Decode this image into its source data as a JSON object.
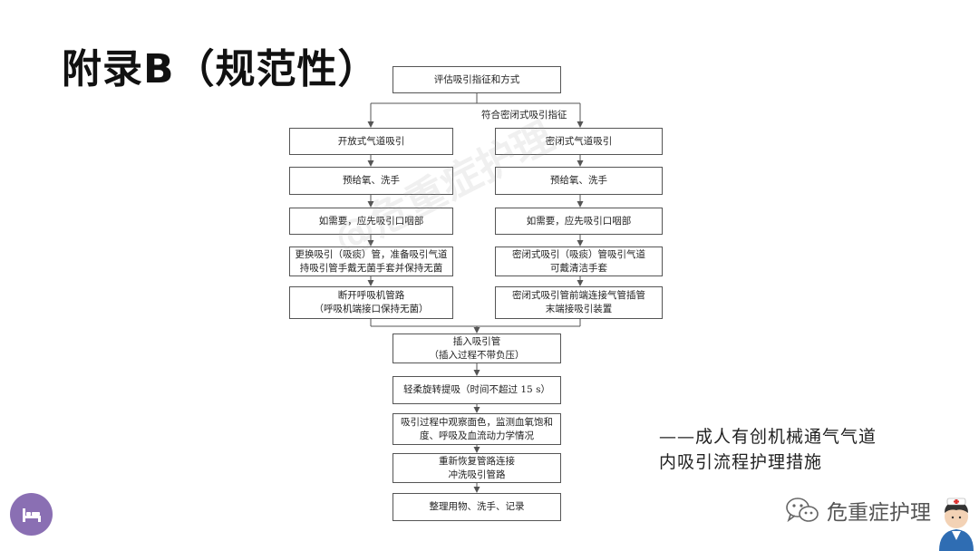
{
  "slide": {
    "title": "附录B（规范性）",
    "source_note": "——成人有创机械通气气道\n内吸引流程护理措施"
  },
  "flowchart": {
    "top": "评估吸引指征和方式",
    "branch_label": "符合密闭式吸引指征",
    "open_path": [
      "开放式气道吸引",
      "预给氧、洗手",
      "如需要，应先吸引口咽部",
      "更换吸引（吸痰）管，准备吸引气道\n持吸引管手戴无菌手套并保持无菌",
      "断开呼吸机管路\n（呼吸机端接口保持无菌）"
    ],
    "closed_path": [
      "密闭式气道吸引",
      "预给氧、洗手",
      "如需要，应先吸引口咽部",
      "密闭式吸引（吸痰）管吸引气道\n可戴清洁手套",
      "密闭式吸引管前端连接气管插管\n末端接吸引装置"
    ],
    "merged_path": [
      "插入吸引管\n（插入过程不带负压）",
      "轻柔旋转提吸（时间不超过 15 s）",
      "吸引过程中观察面色，监测血氧饱和\n度、呼吸及血流动力学情况",
      "重新恢复管路连接\n冲洗吸引管路",
      "整理用物、洗手、记录"
    ]
  },
  "watermark": "@危重症护理",
  "brand": {
    "name": "危重症护理",
    "icon": "wechat-icon"
  },
  "floating_button": {
    "icon": "bed-icon",
    "color": "#8a6fb3"
  }
}
